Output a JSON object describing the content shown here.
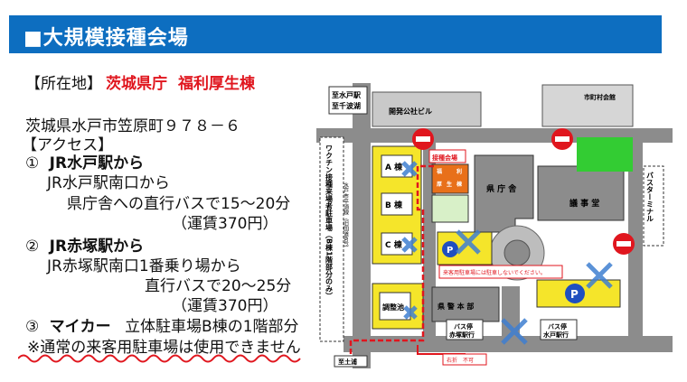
{
  "header": {
    "title": "■大規模接種会場"
  },
  "location": {
    "label": "【所在地】",
    "value1": "茨城県庁",
    "value2": "福利厚生棟",
    "address": "茨城県水戸市笠原町９７８－６"
  },
  "access": {
    "heading": "【アクセス】",
    "route1": {
      "number": "①",
      "title": "JR水戸駅から",
      "line1": "JR水戸駅南口から",
      "line2": "県庁舎への直行バスで15～20分",
      "fare": "（運賃370円）"
    },
    "route2": {
      "number": "②",
      "title": "JR赤塚駅から",
      "line1": "JR赤塚駅南口1番乗り場から",
      "line2": "直行バスで20～25分",
      "fare": "（運賃370円）"
    },
    "route3": {
      "number": "③",
      "title": "マイカー",
      "line1": "立体駐車場B棟の1階部分"
    },
    "note": "※通常の来客用駐車場は使用できません"
  },
  "map": {
    "to_mito_station": "至水戸駅",
    "to_senba": "至千波湖",
    "kaihatsu_bldg": "開発公社ビル",
    "shimura_kaikan": "市町村会館",
    "venue_tag": "接種会場",
    "fukuri": [
      "福",
      "利",
      "厚",
      "生",
      "棟"
    ],
    "kenchousha": "県 庁 舎",
    "gijido": "議 事 堂",
    "bus_terminal": "バスターミナル",
    "parking_label": "ワクチン接種来場者駐車場（B棟1階部分のみ）",
    "road_label": "水戸市平須線（旧国道6号）",
    "bldg_a": "A 棟",
    "bldg_b": "B 棟",
    "bldg_c": "C 棟",
    "chouseichi": "調整池",
    "police": "県 警 本 部",
    "notice": "来客用駐車場には駐車しないでください。",
    "bus_akatsuka_1": "バス停",
    "bus_akatsuka_2": "赤塚駅行",
    "bus_mito_1": "バス停",
    "bus_mito_2": "水戸駅行",
    "to_tsuchiura": "至土浦",
    "no_right_turn": "右折　不可",
    "parking_symbol": "P",
    "red_route_color": "#e0161e",
    "parking_color": "#f5e52a",
    "park_green": "#33cc33"
  }
}
